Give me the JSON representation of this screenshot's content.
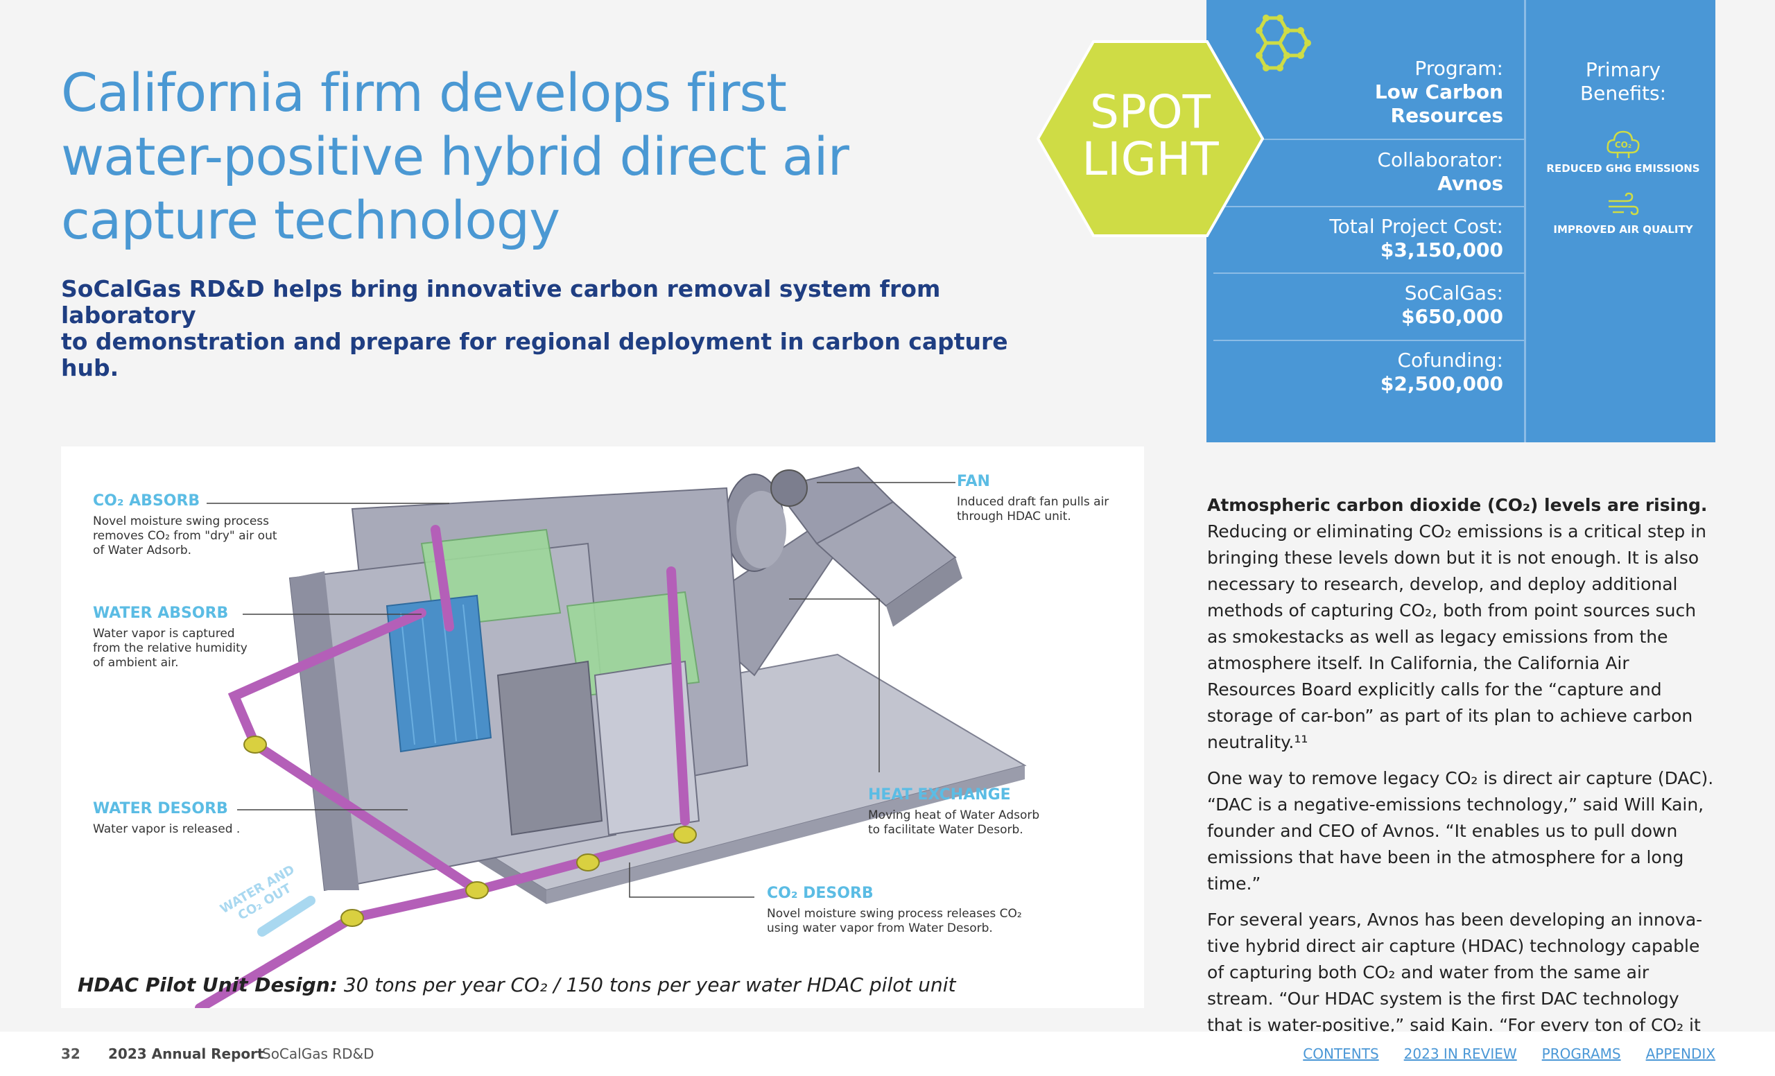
{
  "headline": {
    "line1": "California firm develops first",
    "line2": "water-positive hybrid direct air",
    "line3": "capture technology"
  },
  "subhead": {
    "line1": "SoCalGas RD&D helps bring innovative carbon removal system from laboratory",
    "line2": "to demonstration and prepare for regional deployment in carbon capture hub."
  },
  "spotlight": {
    "line1": "SPOT",
    "line2": "LIGHT"
  },
  "info_panel": {
    "program_label": "Program:",
    "program_value_1": "Low Carbon",
    "program_value_2": "Resources",
    "collaborator_label": "Collaborator:",
    "collaborator_value": "Avnos",
    "total_cost_label": "Total Project Cost:",
    "total_cost_value": "$3,150,000",
    "socalgas_label": "SoCalGas:",
    "socalgas_value": "$650,000",
    "cofunding_label": "Cofunding:",
    "cofunding_value": "$2,500,000",
    "benefits_label_1": "Primary",
    "benefits_label_2": "Benefits:",
    "benefit_1": "REDUCED GHG EMISSIONS",
    "benefit_2": "IMPROVED AIR QUALITY",
    "benefit_1_icon_text": "CO₂"
  },
  "diagram": {
    "co2_absorb_title": "CO₂ ABSORB",
    "co2_absorb_desc_1": "Novel moisture swing process",
    "co2_absorb_desc_2": "removes CO₂ from \"dry\" air out",
    "co2_absorb_desc_3": "of Water Adsorb.",
    "water_absorb_title": "WATER ABSORB",
    "water_absorb_desc_1": "Water vapor is captured",
    "water_absorb_desc_2": "from the relative humidity",
    "water_absorb_desc_3": "of ambient air.",
    "water_desorb_title": "WATER DESORB",
    "water_desorb_desc": "Water vapor is released .",
    "fan_title": "FAN",
    "fan_desc_1": "Induced draft fan pulls air",
    "fan_desc_2": "through HDAC unit.",
    "heat_exchange_title": "HEAT EXCHANGE",
    "heat_exchange_desc_1": "Moving heat of Water Adsorb",
    "heat_exchange_desc_2": "to facilitate Water Desorb.",
    "co2_desorb_title": "CO₂ DESORB",
    "co2_desorb_desc_1": "Novel moisture swing process releases CO₂",
    "co2_desorb_desc_2": "using water vapor from Water Desorb.",
    "outlet_label_1": "WATER AND",
    "outlet_label_2": "CO₂ OUT",
    "caption_bold": "HDAC Pilot Unit Design:",
    "caption_rest": " 30 tons per year CO₂ / 150 tons per year water HDAC pilot unit"
  },
  "body": {
    "p1_lead": "Atmospheric carbon dioxide (CO₂) levels are rising.",
    "p1_rest": " Reducing or eliminating CO₂ emissions is a critical step in bringing these levels down but it is not enough. It is also necessary to research, develop, and deploy additional methods of capturing CO₂, both from point sources such as smokestacks as well as legacy emissions from the atmosphere itself. In California, the California Air Resources Board explicitly calls for the “capture and storage of car-bon” as part of its plan to achieve carbon neutrality.¹¹",
    "p2": "One way to remove legacy CO₂ is direct air capture (DAC). “DAC is a negative-emissions technology,” said Will Kain, founder and CEO of Avnos. “It enables us to pull down emissions that have been in the atmosphere for a long time.”",
    "p3": "For several years, Avnos has been developing an innova-tive hybrid direct air capture (HDAC) technology capable of capturing both CO₂ and water from the same air stream. “Our HDAC system is the first DAC technology that is water-positive,” said Kain. “For every ton of CO₂ it"
  },
  "footer": {
    "page_number": "32",
    "report_title": "2023 Annual Report",
    "org": "SoCalGas RD&D",
    "nav": [
      "CONTENTS",
      "2023 IN REVIEW",
      "PROGRAMS",
      "APPENDIX"
    ]
  },
  "colors": {
    "headline": "#4a98d3",
    "subhead": "#1f3e82",
    "panel": "#4a97d6",
    "spotlight": "#cfdc45",
    "label": "#5bbce4",
    "pipe": "#b45fb8"
  }
}
